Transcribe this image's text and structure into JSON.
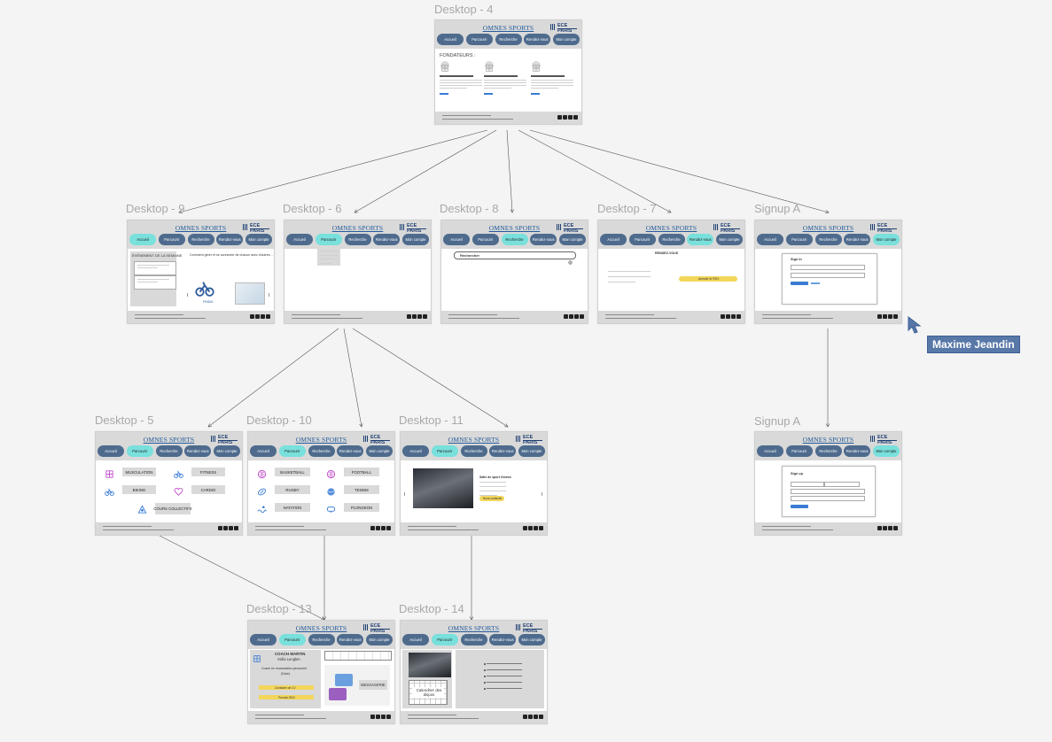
{
  "frames": [
    {
      "label": "Desktop - 4",
      "active": -1
    },
    {
      "label": "Desktop - 9",
      "active": 0
    },
    {
      "label": "Desktop - 6",
      "active": 1
    },
    {
      "label": "Desktop - 8",
      "active": 2
    },
    {
      "label": "Desktop - 7",
      "active": 3
    },
    {
      "label": "Signup A",
      "active": 4
    },
    {
      "label": "Desktop - 5",
      "active": 1
    },
    {
      "label": "Desktop - 10",
      "active": 1
    },
    {
      "label": "Desktop - 11",
      "active": 1
    },
    {
      "label": "Signup A",
      "active": 4
    },
    {
      "label": "Desktop - 13",
      "active": 1
    },
    {
      "label": "Desktop - 14",
      "active": 1
    }
  ],
  "header": {
    "brand": "OMNES SPORTS",
    "logo": "ECE PARIS",
    "nav": [
      "Accueil",
      "Parcourir",
      "Recherche",
      "Rendez-vous",
      "Mon compte"
    ]
  },
  "desktop4": {
    "fondateurs": "FONDATEURS :"
  },
  "desktop9": {
    "title": "ÉVÉNEMENT DE LA SEMAINE",
    "question": "Comment gérer et se connecter de chacun avec d’autres…",
    "vr": "FINDIA"
  },
  "desktop8": {
    "search_placeholder": "Rechercher"
  },
  "desktop7": {
    "title": "RENDEZ-VOUS",
    "button": "Annuler le RDV"
  },
  "signup1": {
    "title": "Sign In"
  },
  "signup2": {
    "title": "Sign up"
  },
  "desktop5": {
    "items": [
      "MUSCULATION",
      "FITNESS",
      "BIKING",
      "CARDIO",
      "COURS COLLECTIFS"
    ]
  },
  "desktop10": {
    "items": [
      "BASKETBALL",
      "FOOTBALL",
      "RUGBY",
      "TENNIS",
      "NATATION",
      "PLONGEON"
    ]
  },
  "desktop11": {
    "title": "Salle de sport Omnes",
    "button": "Nous contacter"
  },
  "desktop13": {
    "coach": "COACH MARTIN",
    "name": "Sofia Lenglen",
    "spec": "Coach en musculation personnel",
    "note": "(Dixie)",
    "b1": "Contacter de CV",
    "b2": "Prendre RDV",
    "msg": "MESSAGERIE"
  },
  "desktop14": {
    "calendar": "Calendrier des dispos"
  },
  "cursor_user": "Maxime Jeandin",
  "colors": {
    "nav": "#4e6b8d",
    "active": "#79e0dc",
    "header": "#d9d9d9",
    "label": "#a8a8a8",
    "tag": "#5878a8"
  }
}
